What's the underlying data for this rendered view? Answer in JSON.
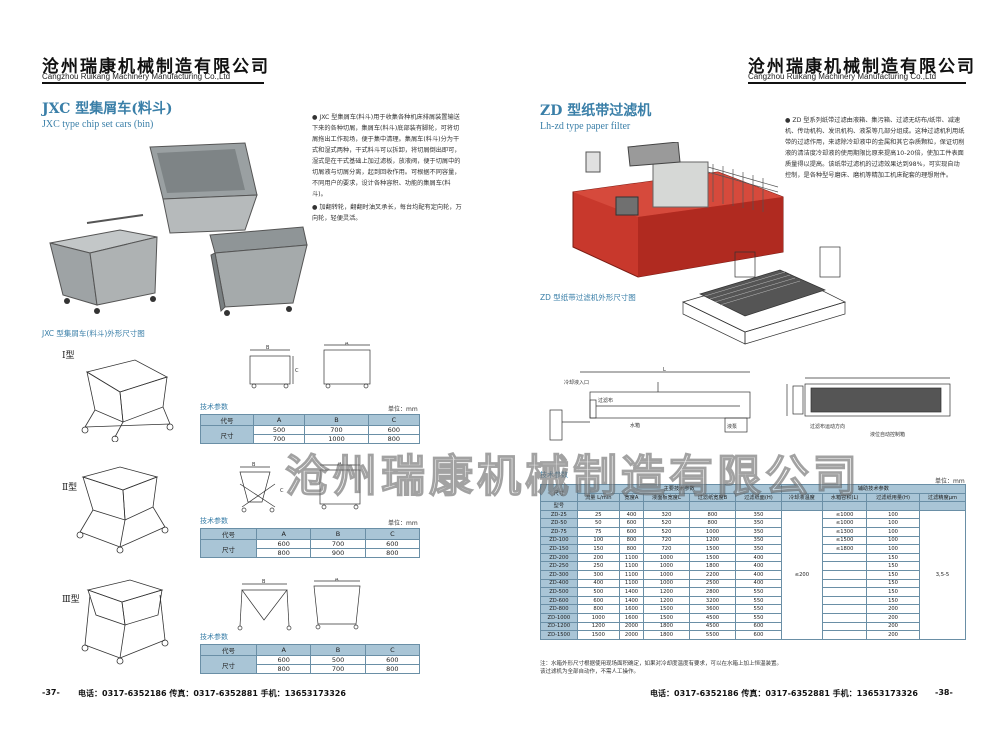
{
  "header": {
    "company_cn": "沧州瑞康机械制造有限公司",
    "company_en": "Cangzhou Ruikang Machinery Manufacturing Co.,Ltd"
  },
  "left": {
    "title_cn": "JXC 型集屑车(料斗)",
    "title_en": "JXC type chip set cars (bin)",
    "desc": [
      "● JXC 型集屑车(料斗)用于收集各种机床排屑装置输送下来的各种切屑，集屑车(料斗)底部装有脚轮，可将切屑拖出工作现场，便于集中清理。集屑车(料斗)分为干式和湿式两种，干式料斗可以拆卸，将切屑倒出即可，湿式是在干式基础上加过滤板，放液阀，便于切屑中的切屑液与切屑分离，起到回收作用。可根据不同容量，不同用户的要求，设计各种容积、功能的集屑车(料斗)。",
      "● 加翻转轮，翻翻时油叉承长，每台均配有定向轮，万向轮，轻便灵活。"
    ],
    "caption": "JXC 型集屑车(料斗)外形尺寸图",
    "types": [
      "Ⅰ型",
      "Ⅱ型",
      "Ⅲ型"
    ],
    "tech_label": "技术参数",
    "unit_label": "单位：mm",
    "tables": [
      {
        "head": [
          "代号",
          "A",
          "B",
          "C"
        ],
        "rowhead": "尺寸",
        "rows": [
          [
            "500",
            "700",
            "600"
          ],
          [
            "700",
            "1000",
            "800"
          ]
        ]
      },
      {
        "head": [
          "代号",
          "A",
          "B",
          "C"
        ],
        "rowhead": "尺寸",
        "rows": [
          [
            "600",
            "700",
            "600"
          ],
          [
            "800",
            "900",
            "800"
          ]
        ]
      },
      {
        "head": [
          "代号",
          "A",
          "B",
          "C"
        ],
        "rowhead": "尺寸",
        "rows": [
          [
            "600",
            "500",
            "600"
          ],
          [
            "800",
            "700",
            "800"
          ]
        ]
      }
    ],
    "footer_page": "-37-",
    "footer_contact": "电话：0317-6352186  传真：0317-6352881  手机：13653173326"
  },
  "right": {
    "title_cn": "ZD 型纸带过滤机",
    "title_en": "Lh-zd type paper filter",
    "desc": "● ZD 型系列纸带过滤由液箱、集污箱、过滤无纺布/纸带、减速机、传动机构、发讯机构、液泵等几部分组成。这种过滤机利用纸带的过滤作用，来滤除冷却液中的金属和其它杂质颗粒，保证切削液的清洁度冷却液的使用期限比原来提高10-20倍，使加工件表面质量得以提高。该纸带过滤机的过滤效果达到98%，可实现自动控制，是各种型号磨床、磨机等精加工机床配套的理想附件。",
    "caption": "ZD 型纸带过滤机外形尺寸图",
    "tech_label": "技术参数",
    "unit_label": "单位：mm",
    "table_head1": [
      "型号",
      "主要技术参数",
      "辅助技术参数"
    ],
    "table_head_size": "尺寸",
    "table_head2": [
      "流量 L/min",
      "宽度A",
      "液面板宽度L",
      "过滤纸宽度B",
      "过滤纸面(H)",
      "冷却液温度",
      "水箱容积(L)",
      "过滤纸用量(H)",
      "过滤精度μm"
    ],
    "rows": [
      [
        "ZD-25",
        "25",
        "400",
        "320",
        "800",
        "350",
        "≤1000",
        "100"
      ],
      [
        "ZD-50",
        "50",
        "600",
        "520",
        "800",
        "350",
        "≤1000",
        "100"
      ],
      [
        "ZD-75",
        "75",
        "600",
        "520",
        "1000",
        "350",
        "≤1300",
        "100"
      ],
      [
        "ZD-100",
        "100",
        "800",
        "720",
        "1200",
        "350",
        "≤1500",
        "100"
      ],
      [
        "ZD-150",
        "150",
        "800",
        "720",
        "1500",
        "350",
        "≤1800",
        "100"
      ],
      [
        "ZD-200",
        "200",
        "1100",
        "1000",
        "1500",
        "400",
        "",
        "150"
      ],
      [
        "ZD-250",
        "250",
        "1100",
        "1000",
        "1800",
        "400",
        "",
        "150"
      ],
      [
        "ZD-300",
        "300",
        "1100",
        "1000",
        "2200",
        "400",
        "",
        "150"
      ],
      [
        "ZD-400",
        "400",
        "1100",
        "1000",
        "2500",
        "400",
        "",
        "150"
      ],
      [
        "ZD-500",
        "500",
        "1400",
        "1200",
        "2800",
        "550",
        "",
        "150"
      ],
      [
        "ZD-600",
        "600",
        "1400",
        "1200",
        "3200",
        "550",
        "",
        "150"
      ],
      [
        "ZD-800",
        "800",
        "1600",
        "1500",
        "3600",
        "550",
        "",
        "200"
      ],
      [
        "ZD-1000",
        "1000",
        "1600",
        "1500",
        "4500",
        "550",
        "",
        "200"
      ],
      [
        "ZD-1200",
        "1200",
        "2000",
        "1800",
        "4500",
        "600",
        "",
        "200"
      ],
      [
        "ZD-1500",
        "1500",
        "2000",
        "1800",
        "5500",
        "600",
        "",
        "200"
      ]
    ],
    "temp_value": "≤200",
    "precision_value": "3,5-5",
    "note": "注：水箱外形尺寸根据使用现场面积确定，如果对冷却度温度有要求，可以在水箱上加上恒温装置。\n    该过滤机为全部自动作，不需人工操作。",
    "footer_page": "-38-",
    "footer_contact": "电话：0317-6352186  传真：0317-6352881  手机：13653173326"
  },
  "watermark": "沧州瑞康机械制造有限公司"
}
